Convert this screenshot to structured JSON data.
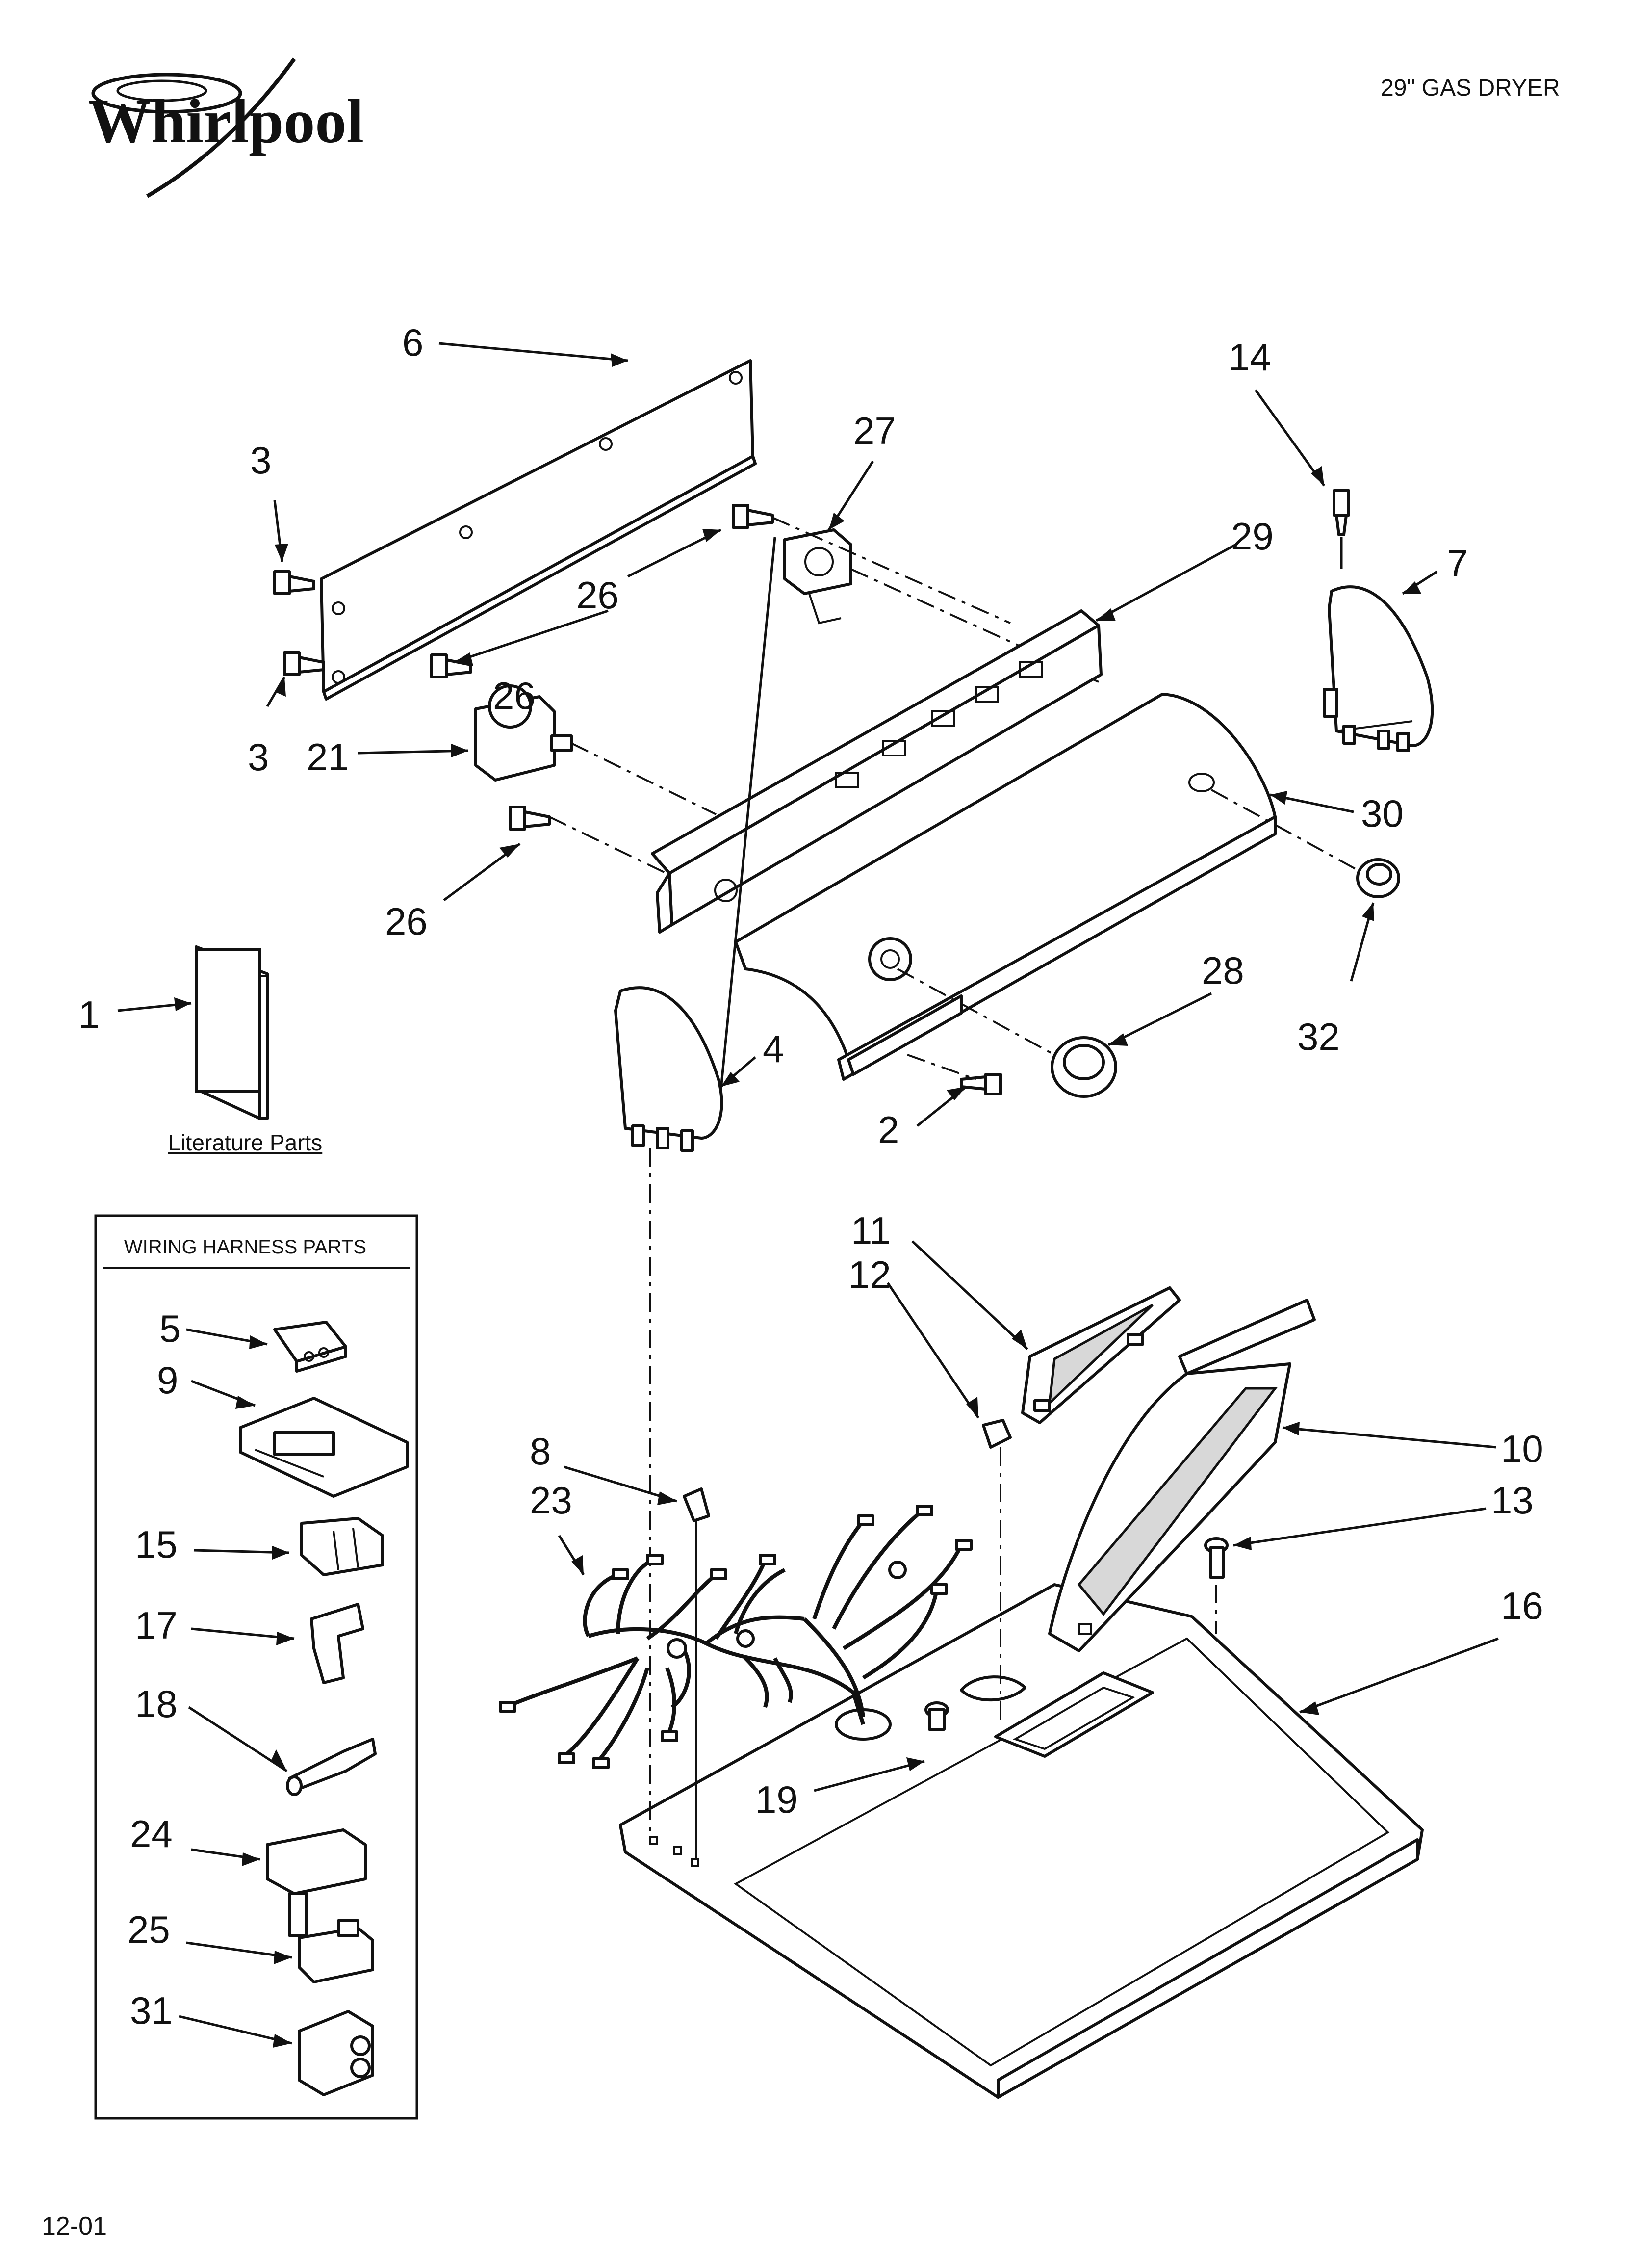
{
  "header": {
    "brand": "Whirlpool",
    "model_title": "29\" GAS DRYER",
    "date_code": "12-01"
  },
  "literature": {
    "label": "Literature Parts"
  },
  "wiring_box": {
    "title": "WIRING HARNESS PARTS"
  },
  "callouts": {
    "c1": "1",
    "c2": "2",
    "c3a": "3",
    "c3b": "3",
    "c4": "4",
    "c5": "5",
    "c6": "6",
    "c7": "7",
    "c8": "8",
    "c9": "9",
    "c10": "10",
    "c11": "11",
    "c12": "12",
    "c13": "13",
    "c14": "14",
    "c15": "15",
    "c16": "16",
    "c17": "17",
    "c18": "18",
    "c19": "19",
    "c21": "21",
    "c23": "23",
    "c24": "24",
    "c25": "25",
    "c26a": "26",
    "c26b": "26",
    "c26c": "26",
    "c27": "27",
    "c28": "28",
    "c29": "29",
    "c30": "30",
    "c31": "31",
    "c32": "32"
  }
}
